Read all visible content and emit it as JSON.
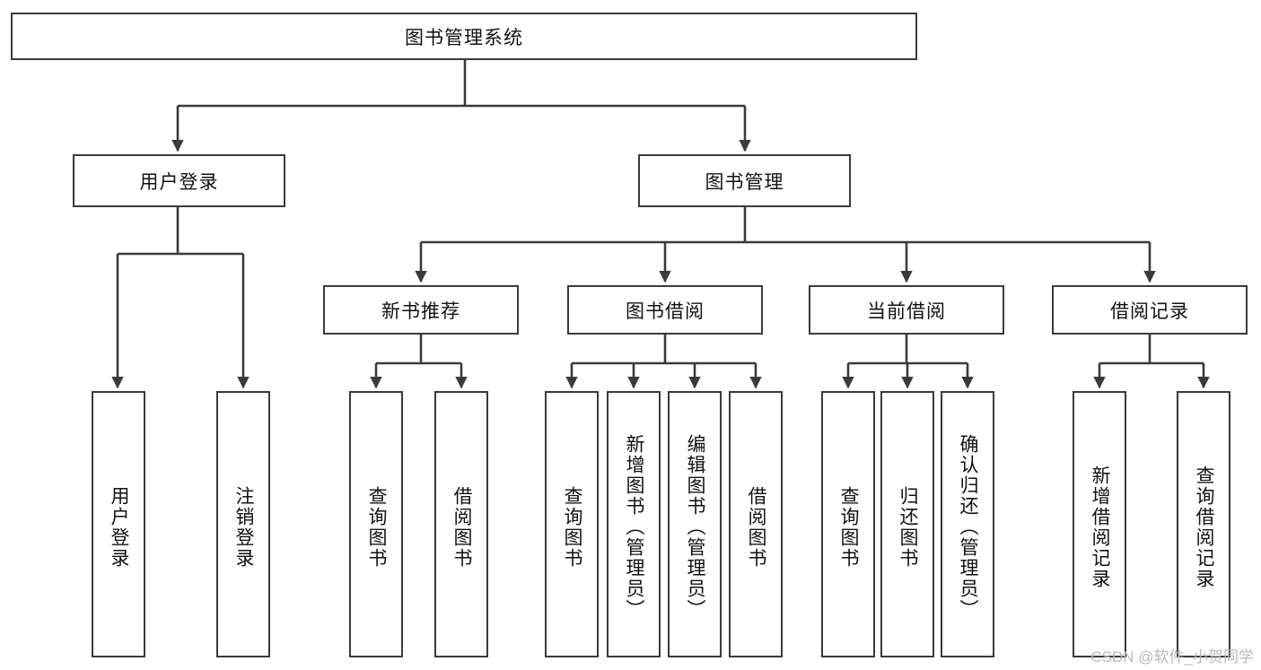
{
  "diagram": {
    "type": "tree",
    "title": "图书管理系统",
    "watermark": "CSDN @软件_小贺同学",
    "colors": {
      "line": "#3a3a3a",
      "box_border": "#3a3a3a",
      "box_fill": "#ffffff",
      "text": "#111111",
      "watermark": "#b8b8b8"
    },
    "nodes": {
      "root": "图书管理系统",
      "level2": [
        "用户登录",
        "图书管理"
      ],
      "level3": [
        "新书推荐",
        "图书借阅",
        "当前借阅",
        "借阅记录"
      ],
      "leaves": {
        "user_login": [
          "用户登录",
          "注销登录"
        ],
        "new_book": [
          "查询图书",
          "借阅图书"
        ],
        "book_borrow": [
          "查询图书",
          "新增图书（管理员）",
          "编辑图书（管理员）",
          "借阅图书"
        ],
        "current_borrow": [
          "查询图书",
          "归还图书",
          "确认归还（管理员）"
        ],
        "borrow_record": [
          "新增借阅记录",
          "查询借阅记录"
        ]
      }
    }
  }
}
